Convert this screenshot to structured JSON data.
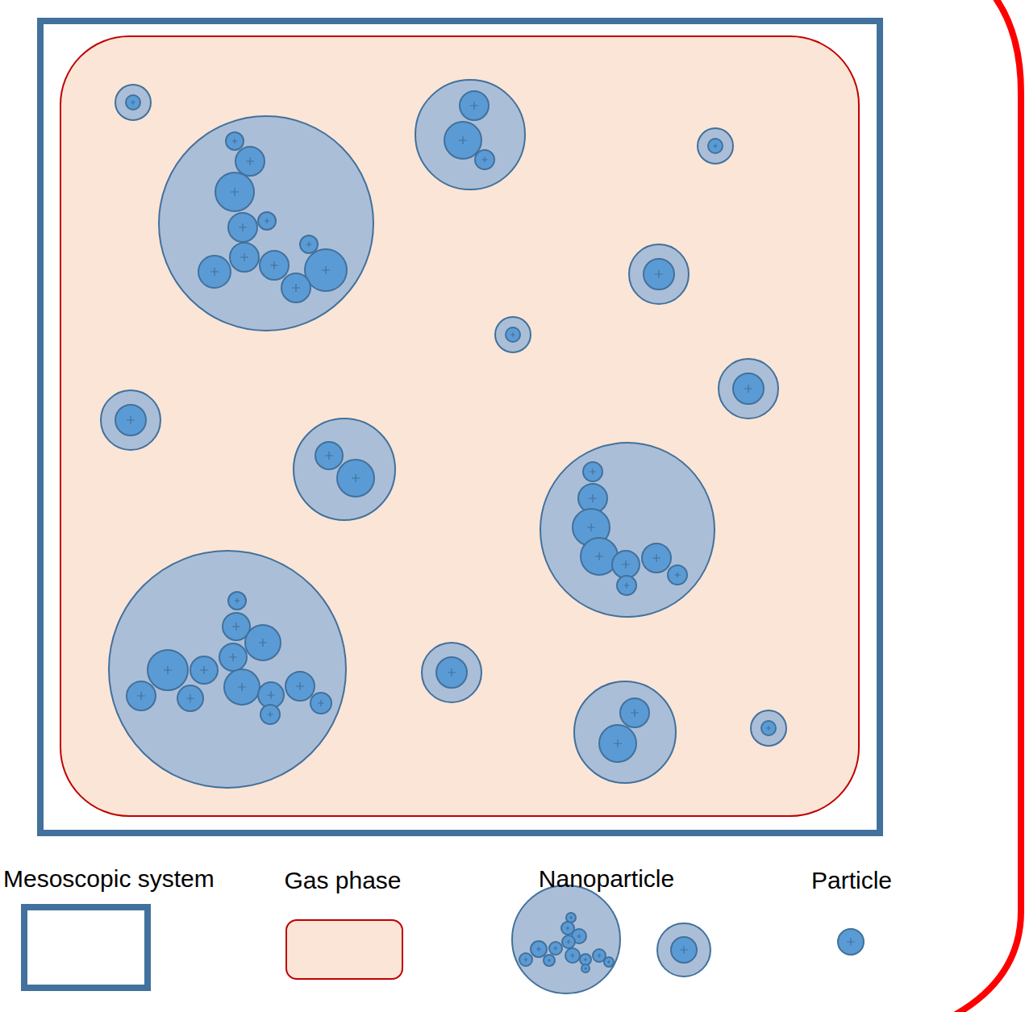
{
  "diagram": {
    "legend": [
      {
        "text": "Mesoscopic system"
      },
      {
        "text": "Gas phase",
        "color": "#fbe5d6"
      },
      {
        "text": "Nanoparticle"
      },
      {
        "text": "Particle"
      }
    ]
  }
}
